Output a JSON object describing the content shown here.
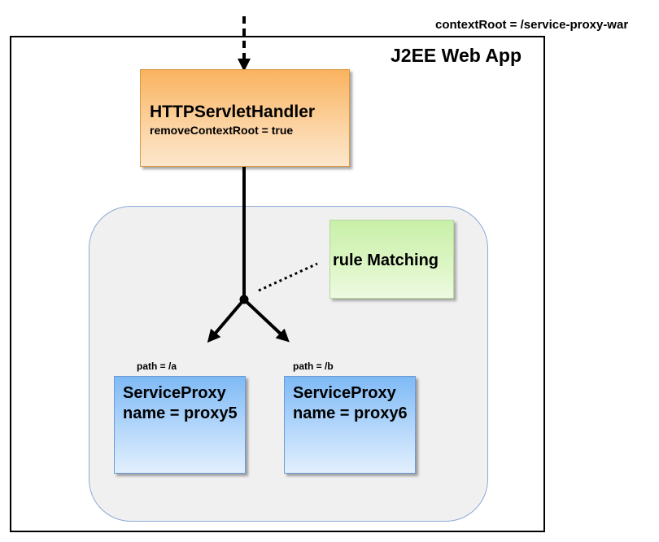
{
  "header": {
    "context_root": "contextRoot = /service-proxy-war"
  },
  "webapp": {
    "title": "J2EE Web App"
  },
  "handler": {
    "name": "HTTPServletHandler",
    "property": "removeContextRoot = true"
  },
  "rule": {
    "label": "rule Matching"
  },
  "proxies": [
    {
      "path": "path = /a",
      "type": "ServiceProxy",
      "name": "name = proxy5"
    },
    {
      "path": "path = /b",
      "type": "ServiceProxy",
      "name": "name = proxy6"
    }
  ]
}
